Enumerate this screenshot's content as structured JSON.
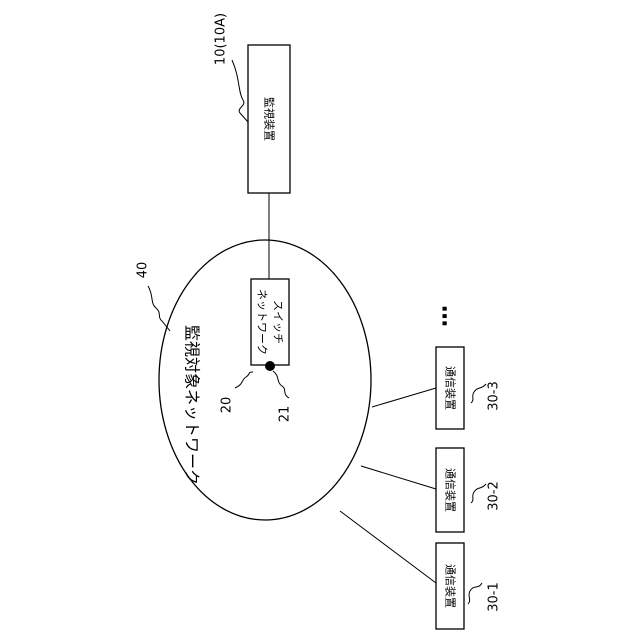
{
  "monitor": {
    "label": "監視装置",
    "ref": "10(10A)"
  },
  "network": {
    "label": "監視対象ネットワーク",
    "ref": "40"
  },
  "switch": {
    "label_line1": "ネットワーク",
    "label_line2": "スイッチ",
    "ref": "20",
    "port_ref": "21"
  },
  "devices": [
    {
      "label": "通信装置",
      "ref": "30-1"
    },
    {
      "label": "通信装置",
      "ref": "30-2"
    },
    {
      "label": "通信装置",
      "ref": "30-3"
    }
  ],
  "ellipsis": "…"
}
